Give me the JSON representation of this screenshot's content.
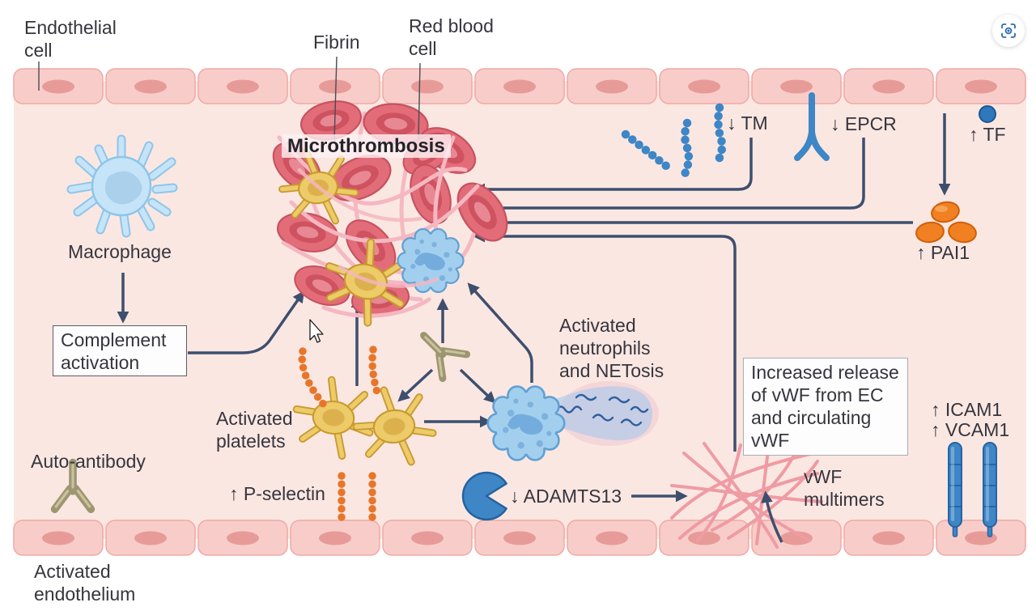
{
  "diagram": {
    "title": "Microthrombosis",
    "labels": {
      "endothelial_cell": "Endothelial cell",
      "fibrin": "Fibrin",
      "red_blood_cell": "Red blood cell",
      "microthrombosis": "Microthrombosis",
      "tm": "↓ TM",
      "epcr": "↓ EPCR",
      "tf": "↑ TF",
      "pai1": "↑ PAI1",
      "macrophage": "Macrophage",
      "complement_activation": "Complement activation",
      "activated_platelets": "Activated platelets",
      "activated_neutrophils_netosis": "Activated neutrophils and NETosis",
      "increased_vwf_release": "Increased release of vWF from EC and circulating vWF",
      "icam1": "↑ ICAM1",
      "vcam1": "↑ VCAM1",
      "vwf_multimers": "vWF multimers",
      "adamts13": "↓ ADAMTS13",
      "p_selectin": "↑ P-selectin",
      "auto_antibody": "Auto-antibody",
      "activated_endothelium": "Activated endothelium"
    },
    "colors": {
      "background": "#ffffff",
      "vessel_interior": "#fbe7e2",
      "endothelial_cell_fill": "#f8cdc9",
      "endothelial_cell_stroke": "#f0a9a5",
      "cell_nucleus": "#e79b99",
      "arrow_navy": "#3e4f6e",
      "rbc_red": "#e26d78",
      "fibrin_pink": "#f5b7c1",
      "platelet_yellow": "#eccb68",
      "neutrophil_blue": "#a3cfee",
      "macrophage_blue": "#c6e4f8",
      "receptor_blue": "#3e86c6",
      "pai1_orange": "#f18022",
      "p_selectin_orange": "#e8762a",
      "antibody_olive": "#9c9671",
      "vwf_pink": "#ef9ba4",
      "zoom_icon_blue": "#2a6cb5"
    },
    "controls": {
      "zoom_button": "screenshot-zoom"
    }
  }
}
